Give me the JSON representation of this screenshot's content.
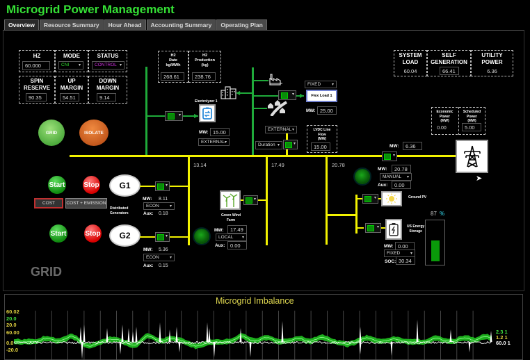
{
  "app": {
    "title": "Microgrid Power Management"
  },
  "tabs": [
    {
      "label": "Overview",
      "active": true
    },
    {
      "label": "Resource Summary",
      "active": false
    },
    {
      "label": "Hour Ahead",
      "active": false
    },
    {
      "label": "Accounting Summary",
      "active": false
    },
    {
      "label": "Operating Plan",
      "active": false
    }
  ],
  "status_panel": {
    "hz_label": "HZ",
    "hz_value": "60.000",
    "mode_label": "MODE",
    "mode_value": "CNI",
    "status_label": "STATUS",
    "status_value": "CONTROL",
    "spin_reserve_label_1": "SPIN",
    "spin_reserve_label_2": "RESERVE",
    "spin_reserve_value": "90.35",
    "up_margin_label_1": "UP",
    "up_margin_label_2": "MARGIN",
    "up_margin_value": "54.51",
    "down_margin_label_1": "DOWN",
    "down_margin_label_2": "MARGIN",
    "down_margin_value": "9.14"
  },
  "h2_panel": {
    "rate_label": [
      "H2",
      "Rate",
      "kg/MWh"
    ],
    "rate_value": "268.61",
    "production_label": [
      "H2",
      "Production",
      "(kg)"
    ],
    "production_value": "238.76"
  },
  "summary_panel": {
    "system_load_label": [
      "SYSTEM",
      "LOAD"
    ],
    "system_load_value": "60.04",
    "self_generation_label": [
      "SELF",
      "GENERATION"
    ],
    "self_generation_value": "66.41",
    "utility_power_label": [
      "UTILITY",
      "POWER"
    ],
    "utility_power_value": "6.36"
  },
  "mode_buttons": {
    "grid": "GRID",
    "isolate": "ISOLATE"
  },
  "grid_label": "GRID",
  "generators": {
    "g1": {
      "name": "G1",
      "mw_label": "MW:",
      "mw": "8.11",
      "mode": "ECON",
      "aux_label": "Aux:",
      "aux": "0.18"
    },
    "g2": {
      "name": "G2",
      "mw_label": "MW:",
      "mw": "5.36",
      "mode": "ECON",
      "aux_label": "Aux:",
      "aux": "0.15"
    },
    "start_label": "Start",
    "stop_label": "Stop",
    "dist_label": [
      "Distributed",
      "Generators"
    ],
    "cost_button": "COST",
    "cost_emission_button": "COST + EMISSION"
  },
  "electrolyzer": {
    "name": "Electrolyzer 1",
    "mw_label": "MW:",
    "mw": "15.00",
    "mode": "EXTERNAL"
  },
  "flex_load": {
    "name": "Flex Load 1",
    "mode": "FIXED",
    "mw_label": "MW:",
    "mw": "25.00"
  },
  "lvdc": {
    "label": [
      "LVDC Line",
      "Flow",
      "(MW)"
    ],
    "value": "15.00",
    "mode": "EXTERNAL",
    "duration": "Duration"
  },
  "feeders": {
    "f1": "13.14",
    "f2": "17.49",
    "f3": "20.78"
  },
  "wind_farm": {
    "name": [
      "Green Wind",
      "Farm"
    ],
    "mw_label": "MW:",
    "mw": "17.49",
    "mode": "LOCAL",
    "aux_label": "Aux:",
    "aux": "0.00"
  },
  "feeder3": {
    "mw_label": "MW:",
    "mw": "20.78",
    "mode": "MANUAL",
    "aux_label": "Aux:",
    "aux": "0.00"
  },
  "utility": {
    "mw_label": "MW:",
    "mw": "6.36",
    "economic_label": [
      "Economic",
      "Power",
      "(MW)"
    ],
    "economic_value": "0.00",
    "scheduled_label": [
      "Scheduled",
      "Power",
      "(MW)"
    ],
    "scheduled_value": "5.00"
  },
  "pv": {
    "name": "Ground PV"
  },
  "storage": {
    "name": [
      "US Energy",
      "Storage"
    ],
    "mw_label": "MW:",
    "mw": "0.00",
    "mode": "FIXED",
    "soc_label": "SOC:",
    "soc": "30.34",
    "level_percent": 87,
    "level_text": "87",
    "pct_symbol": "%"
  },
  "chart_data": {
    "type": "line",
    "title": "Microgrid Imbalance",
    "left_axis_labels": [
      {
        "text": "60.02",
        "color": "#e0d040"
      },
      {
        "text": "20.0",
        "color": "#40e040"
      },
      {
        "text": "20.0",
        "color": "#e0d040"
      },
      {
        "text": "60.00",
        "color": "#e0d040"
      },
      {
        "text": "0.0",
        "color": "#e0d040"
      },
      {
        "text": "-20.0",
        "color": "#e0d040"
      }
    ],
    "right_readouts": [
      {
        "text": "2.3 1",
        "color": "#40e040"
      },
      {
        "text": "1.2 1",
        "color": "#e0d040"
      },
      {
        "text": "60.0 1",
        "color": "#ffffff"
      }
    ],
    "series": [
      {
        "name": "imbalance-band",
        "color": "#33dd33"
      },
      {
        "name": "frequency",
        "color": "#ffffff"
      }
    ],
    "grid": true
  }
}
